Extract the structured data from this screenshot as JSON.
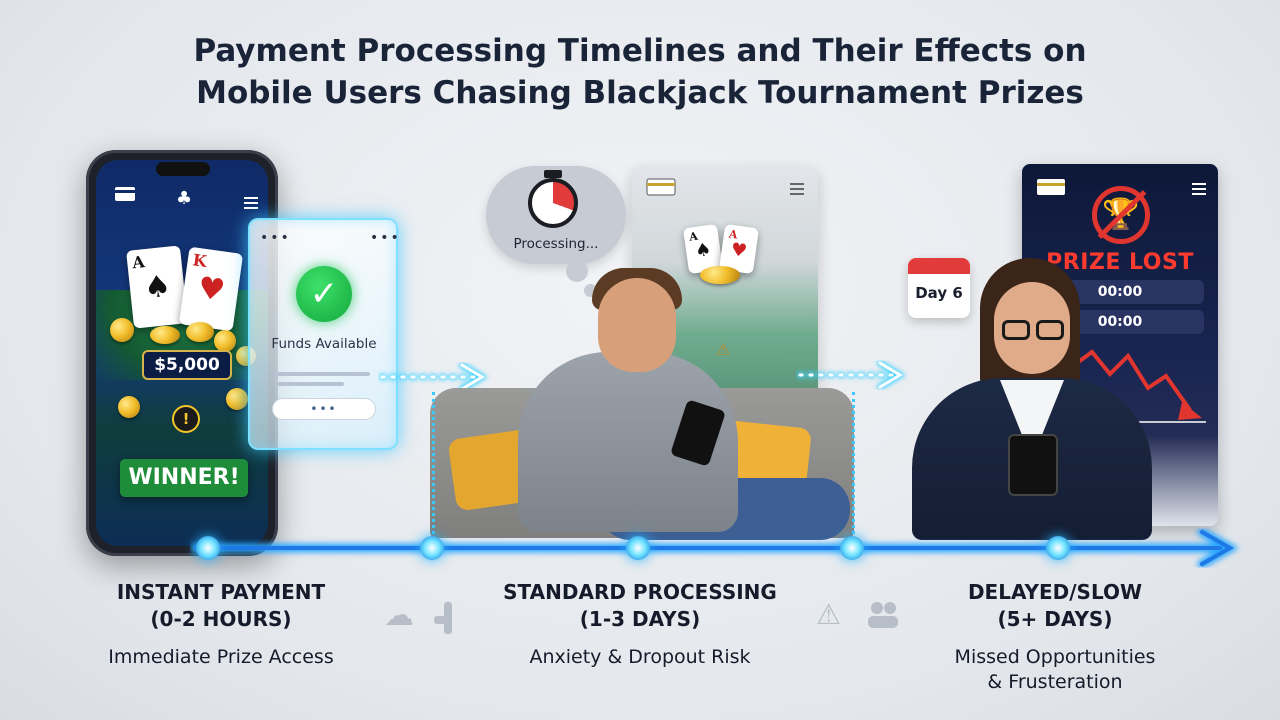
{
  "title": {
    "line1": "Payment Processing Timelines and Their Effects on",
    "line2": "Mobile Users Chasing Blackjack Tournament Prizes"
  },
  "instant_panel": {
    "prize_amount": "$5,000",
    "winner_label": "WINNER!",
    "funds_label": "Funds Available",
    "card_ace": "A",
    "card_king": "K",
    "icons": [
      "wallet-icon",
      "spade-icon",
      "menu-icon",
      "check-icon",
      "warning-icon"
    ]
  },
  "standard_panel": {
    "thought_text": "Processing...",
    "icons": [
      "stopwatch-icon",
      "playing-cards-icon",
      "warning-icon",
      "menu-icon"
    ]
  },
  "delayed_panel": {
    "calendar_text": "Day 6",
    "prize_lost_label": "PRIZE LOST",
    "timer_1": "00:00",
    "timer_2": "00:00",
    "icons": [
      "trophy-blocked-icon",
      "calendar-icon",
      "down-trend-icon",
      "menu-icon"
    ]
  },
  "stages": [
    {
      "title_line1": "INSTANT PAYMENT",
      "title_line2": "(0-2 HOURS)",
      "desc_line1": "Immediate Prize Access",
      "desc_line2": ""
    },
    {
      "title_line1": "STANDARD PROCESSING",
      "title_line2": "(1-3 DAYS)",
      "desc_line1": "Anxiety & Dropout Risk",
      "desc_line2": ""
    },
    {
      "title_line1": "DELAYED/SLOW",
      "title_line2": "(5+ DAYS)",
      "desc_line1": "Missed Opportunities",
      "desc_line2": "& Frusteration"
    }
  ],
  "colors": {
    "accent_glow": "#3ccfff",
    "timeline_blue": "#1e78e6",
    "success_green": "#1fae48",
    "danger_red": "#ff3b30",
    "title_navy": "#1a2438"
  }
}
